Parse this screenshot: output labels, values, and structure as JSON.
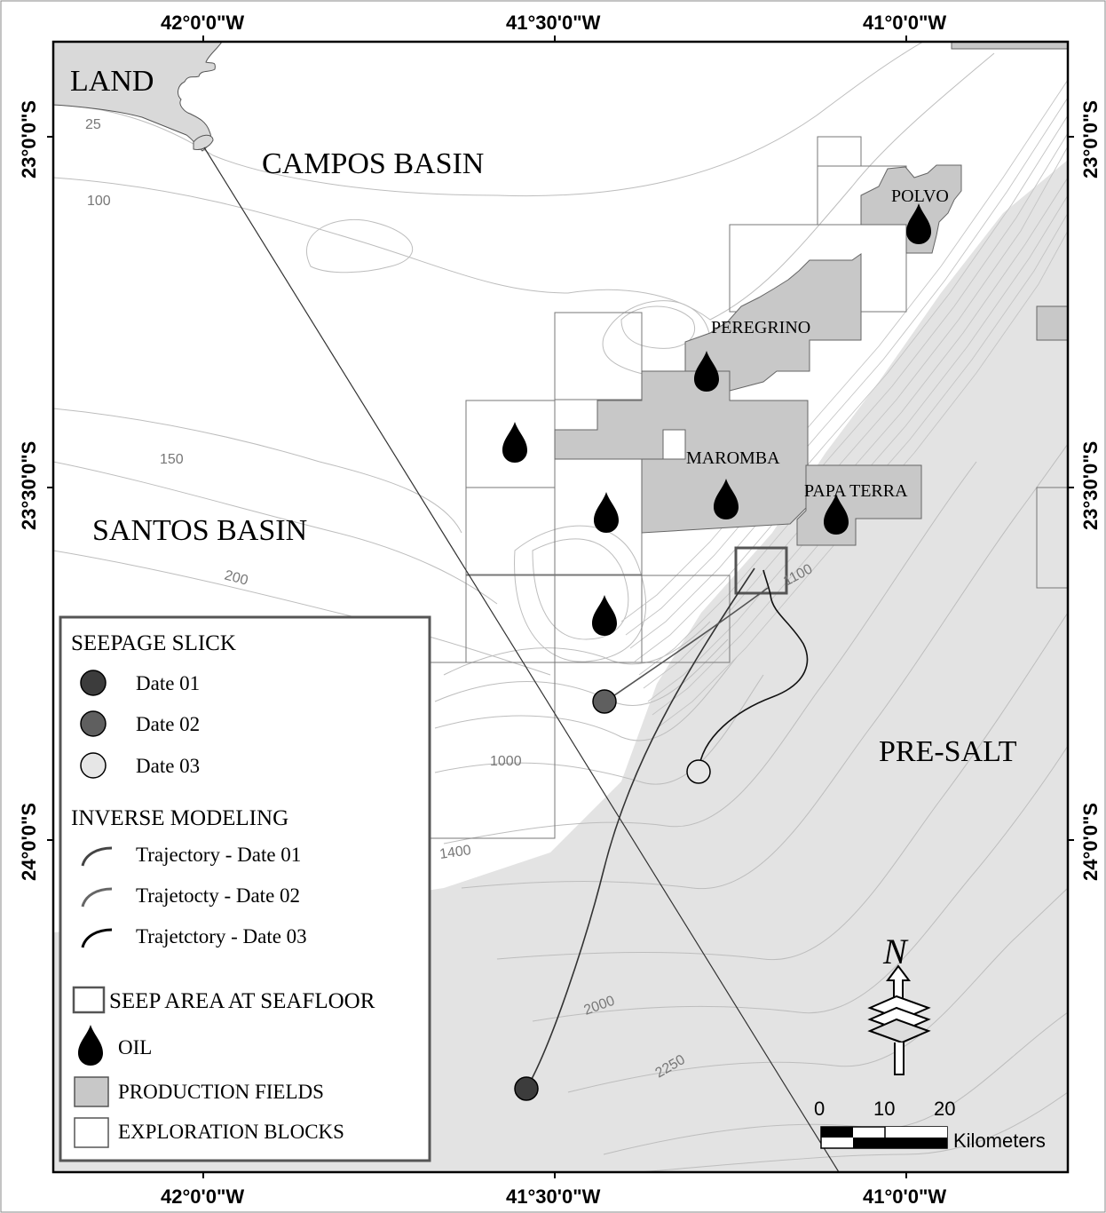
{
  "coordinates": {
    "lon_top": [
      "42°0'0\"W",
      "41°30'0\"W",
      "41°0'0\"W"
    ],
    "lon_bottom": [
      "42°0'0\"W",
      "41°30'0\"W",
      "41°0'0\"W"
    ],
    "lat_left": [
      "23°0'0\"S",
      "23°30'0\"S",
      "24°0'0\"S"
    ],
    "lat_right": [
      "23°0'0\"S",
      "23°30'0\"S",
      "24°0'0\"S"
    ]
  },
  "regions": {
    "land": "LAND",
    "campos": "CAMPOS BASIN",
    "santos": "SANTOS BASIN",
    "presalt": "PRE-SALT"
  },
  "fields": {
    "polvo": "POLVO",
    "peregrino": "PEREGRINO",
    "maromba": "MAROMBA",
    "papa_terra": "PAPA TERRA"
  },
  "depth_labels": [
    "25",
    "100",
    "150",
    "200",
    "1100",
    "1000",
    "1400",
    "2000",
    "2250"
  ],
  "legend": {
    "seepage_title": "SEEPAGE SLICK",
    "date01": "Date 01",
    "date02": "Date 02",
    "date03": "Date 03",
    "modeling_title": "INVERSE MODELING",
    "traj01": "Trajectory  - Date 01",
    "traj02": "Trajetocty  - Date 02",
    "traj03": "Trajetctory  - Date 03",
    "seep_area": "SEEP AREA AT SEAFLOOR",
    "oil": "OIL",
    "production": "PRODUCTION FIELDS",
    "exploration": "EXPLORATION BLOCKS"
  },
  "scale_bar": {
    "ticks": [
      "0",
      "10",
      "20"
    ],
    "unit": "Kilometers"
  },
  "north_arrow": {
    "label": "N",
    "icon": "north-arrow-icon"
  },
  "colors": {
    "land": "#d9d9d9",
    "production_field": "#c8c8c8",
    "presalt": "#e3e3e3",
    "date01": "#3c3c3c",
    "date02": "#5f5f5f",
    "date03": "#e6e6e6"
  }
}
